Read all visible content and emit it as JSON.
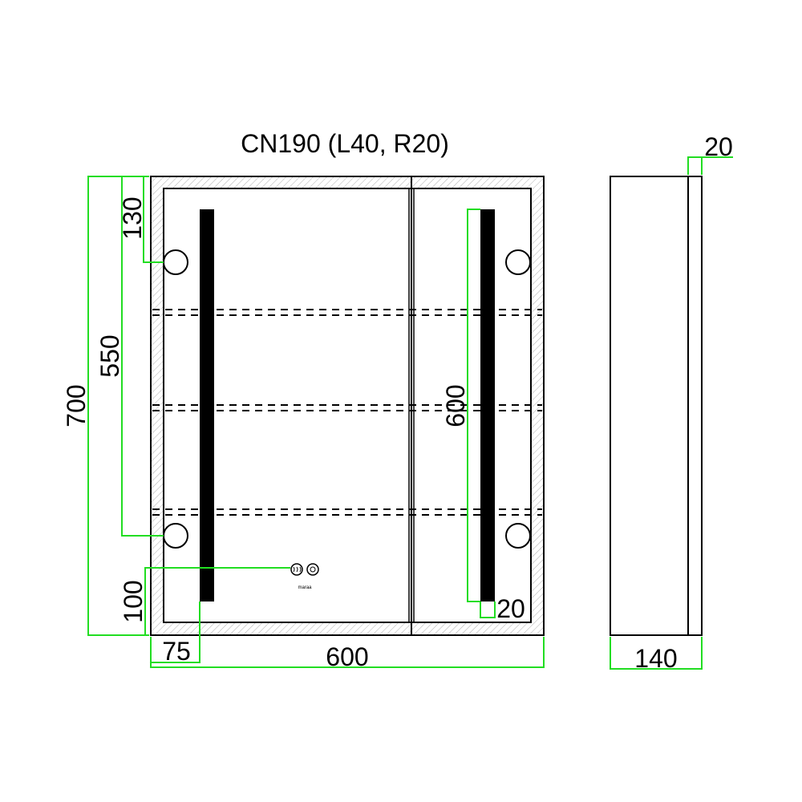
{
  "title": "CN190  (L40, R20)",
  "colors": {
    "dimension_line": "#22dd22",
    "outline": "#000000",
    "background": "#ffffff"
  },
  "dimensions": {
    "total_height": "700",
    "top_offset": "130",
    "light_spacing": "550",
    "bottom_offset": "100",
    "total_width": "600",
    "left_offset": "75",
    "strip_length": "600",
    "strip_width": "20",
    "depth": "140",
    "door_thickness": "20"
  },
  "control_panel": {
    "brand": "maraa",
    "icons": [
      "heater-icon",
      "light-icon"
    ]
  }
}
